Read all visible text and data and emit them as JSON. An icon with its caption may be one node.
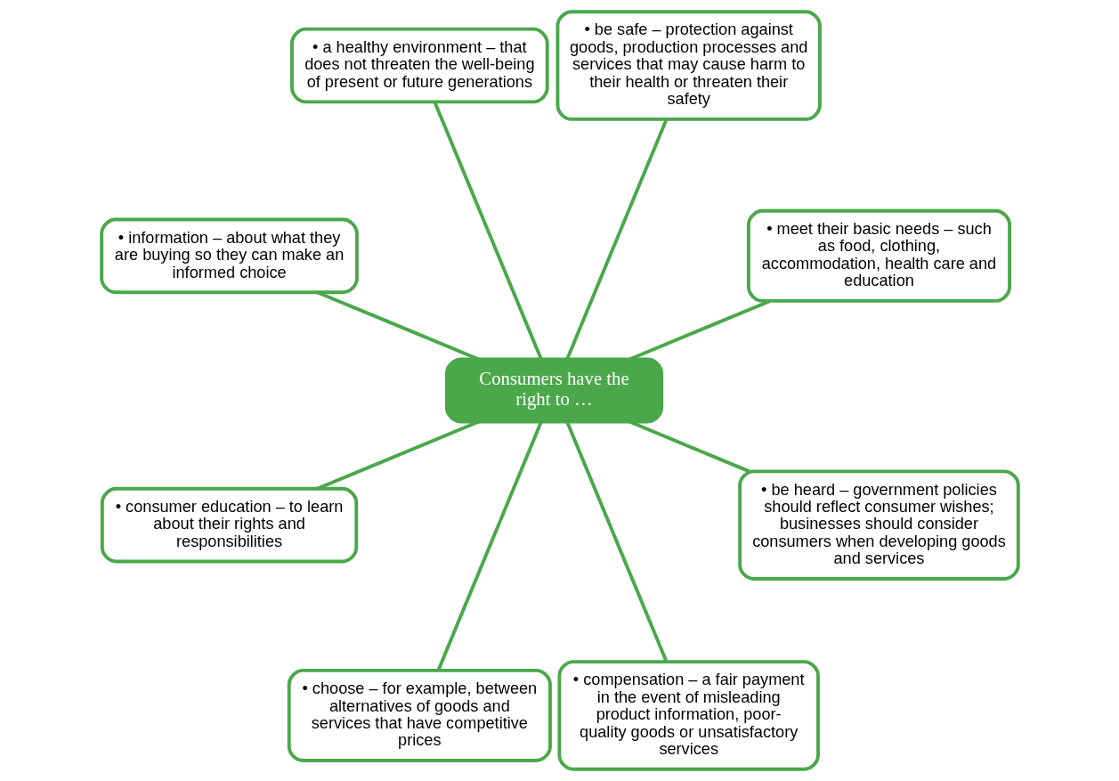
{
  "diagram": {
    "nodes": [
      {
        "text": [
          "Consumers have the right to …"
        ]
      },
      {
        "text": [
          "• meet their basic needs – such as food, clothing, accommodation, health care and education"
        ]
      },
      {
        "text": [
          "• be safe – protection against goods, production processes and services that may cause harm to their health or threaten their safety"
        ]
      },
      {
        "text": [
          "• a healthy environment – that does not threaten the well-being of present or future generations"
        ]
      },
      {
        "text": [
          "• information – about what they are buying so they can make an informed choice"
        ]
      },
      {
        "text": [
          "• consumer education – to learn about their rights and responsibilities"
        ]
      },
      {
        "text": [
          "• choose – for example, between alternatives of goods and services that have competitive prices"
        ]
      },
      {
        "text": [
          "• compensation – a fair payment in the event of misleading product information, poor-quality goods or unsatisfactory services"
        ]
      },
      {
        "text": [
          "• be heard – government policies should reflect consumer wishes; businesses should consider consumers when developing goods and services"
        ]
      }
    ],
    "edges": [
      {
        "from": 0,
        "to": 1,
        "arrow": "none"
      },
      {
        "from": 0,
        "to": 2,
        "arrow": "none"
      },
      {
        "from": 0,
        "to": 3,
        "arrow": "none"
      },
      {
        "from": 0,
        "to": 4,
        "arrow": "none"
      },
      {
        "from": 0,
        "to": 5,
        "arrow": "none"
      },
      {
        "from": 0,
        "to": 6,
        "arrow": "none"
      },
      {
        "from": 0,
        "to": 7,
        "arrow": "none"
      },
      {
        "from": 0,
        "to": 8,
        "arrow": "none"
      }
    ]
  }
}
